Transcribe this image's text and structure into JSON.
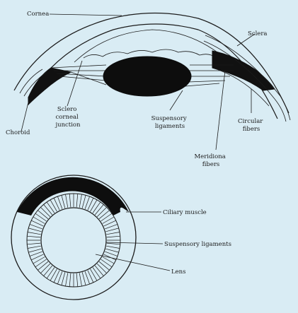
{
  "side_view": {
    "labels": {
      "cornea": "Cornea",
      "sclera": "Sclera",
      "choroid": "Choroid",
      "sclero_corneal_junction": [
        "Sclero",
        "corneal",
        "junction"
      ],
      "suspensory_ligaments": [
        "Suspensory",
        "ligaments"
      ],
      "circular_fibers": [
        "Circular",
        "fibers"
      ],
      "meridional_fibers": [
        "Meridiona",
        "fibers"
      ]
    }
  },
  "front_view": {
    "labels": {
      "ciliary_muscle": "Ciliary muscle",
      "suspensory_ligaments": "Suspensory ligaments",
      "lens": "Lens"
    }
  }
}
